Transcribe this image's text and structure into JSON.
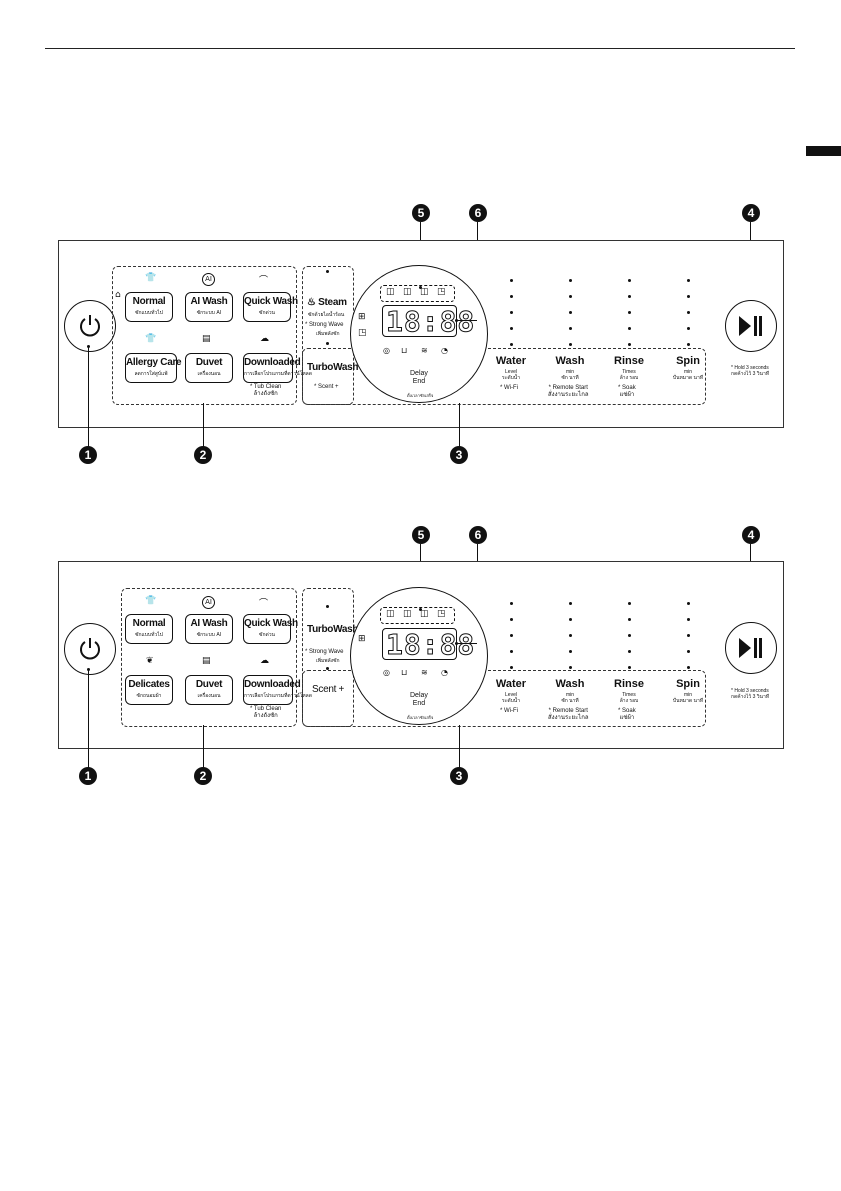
{
  "callouts": [
    "1",
    "2",
    "3",
    "4",
    "5",
    "6"
  ],
  "panel_top": {
    "programs": [
      {
        "label": "Normal",
        "sub": "ซักแบบทั่วไป",
        "icon": "shirt-icon"
      },
      {
        "label": "AI Wash",
        "sub": "ซักระบบ AI",
        "icon": "ai-icon"
      },
      {
        "label": "Quick Wash",
        "sub": "ซักด่วน",
        "icon": "quick-wash-icon"
      },
      {
        "label": "Allergy Care",
        "sub": "ลดการใส่สูบ์แพ้",
        "icon": "allergy-icon"
      },
      {
        "label": "Duvet",
        "sub": "เครื่องนอน",
        "icon": "duvet-icon"
      },
      {
        "label": "Downloaded",
        "sub": "การเลือกโปรแกรมที่ดาวน์โหลด",
        "icon": "download-icon"
      }
    ],
    "tub_clean": "Tub Clean",
    "tub_clean_sub": "ล้างถังซัก",
    "steam": "Steam",
    "steam_sub": "ซักด้วยไอน้ำร้อน",
    "strong_wave": "Strong Wave",
    "strong_wave_sub": "เพิ่มพลังซัก",
    "turbowash": "TurboWash",
    "scent": "Scent +",
    "lcd": "18:88",
    "delay": "Delay",
    "end": "End",
    "lcd_caption": "ตั้งเวลาซักเสร็จ",
    "options": [
      {
        "label": "Water",
        "sub1": "Level",
        "sub2": "ระดับน้ำ"
      },
      {
        "label": "Wash",
        "sub1": "min",
        "sub2": "ซัก นาที"
      },
      {
        "label": "Rinse",
        "sub1": "Times",
        "sub2": "ล้าง รอบ"
      },
      {
        "label": "Spin",
        "sub1": "min",
        "sub2": "ปั่นหมาด นาที"
      }
    ],
    "wifi": "Wi-Fi",
    "remote_start": "Remote Start",
    "remote_start_sub": "สั่งงานระยะไกล",
    "soak": "Soak",
    "soak_sub": "แช่ผ้า",
    "hold": "Hold 3 seconds",
    "hold_sub": "กดค้างไว้ 3 วินาที"
  },
  "panel_bottom": {
    "programs": [
      {
        "label": "Normal",
        "sub": "ซักแบบทั่วไป",
        "icon": "shirt-icon"
      },
      {
        "label": "AI Wash",
        "sub": "ซักระบบ AI",
        "icon": "ai-icon"
      },
      {
        "label": "Quick Wash",
        "sub": "ซักด่วน",
        "icon": "quick-wash-icon"
      },
      {
        "label": "Delicates",
        "sub": "ซักถนอมผ้า",
        "icon": "leaf-icon"
      },
      {
        "label": "Duvet",
        "sub": "เครื่องนอน",
        "icon": "duvet-icon"
      },
      {
        "label": "Downloaded",
        "sub": "การเลือกโปรแกรมที่ดาวน์โหลด",
        "icon": "download-icon"
      }
    ],
    "tub_clean": "Tub Clean",
    "tub_clean_sub": "ล้างถังซัก",
    "turbowash": "TurboWash",
    "strong_wave": "Strong Wave",
    "strong_wave_sub": "เพิ่มพลังซัก",
    "scent": "Scent +",
    "lcd": "18:88",
    "delay": "Delay",
    "end": "End",
    "lcd_caption": "ตั้งเวลาซักเสร็จ",
    "options": [
      {
        "label": "Water",
        "sub1": "Level",
        "sub2": "ระดับน้ำ"
      },
      {
        "label": "Wash",
        "sub1": "min",
        "sub2": "ซัก นาที"
      },
      {
        "label": "Rinse",
        "sub1": "Times",
        "sub2": "ล้าง รอบ"
      },
      {
        "label": "Spin",
        "sub1": "min",
        "sub2": "ปั่นหมาด นาที"
      }
    ],
    "wifi": "Wi-Fi",
    "remote_start": "Remote Start",
    "remote_start_sub": "สั่งงานระยะไกล",
    "soak": "Soak",
    "soak_sub": "แช่ผ้า",
    "hold": "Hold 3 seconds",
    "hold_sub": "กดค้างไว้ 3 วินาที"
  }
}
